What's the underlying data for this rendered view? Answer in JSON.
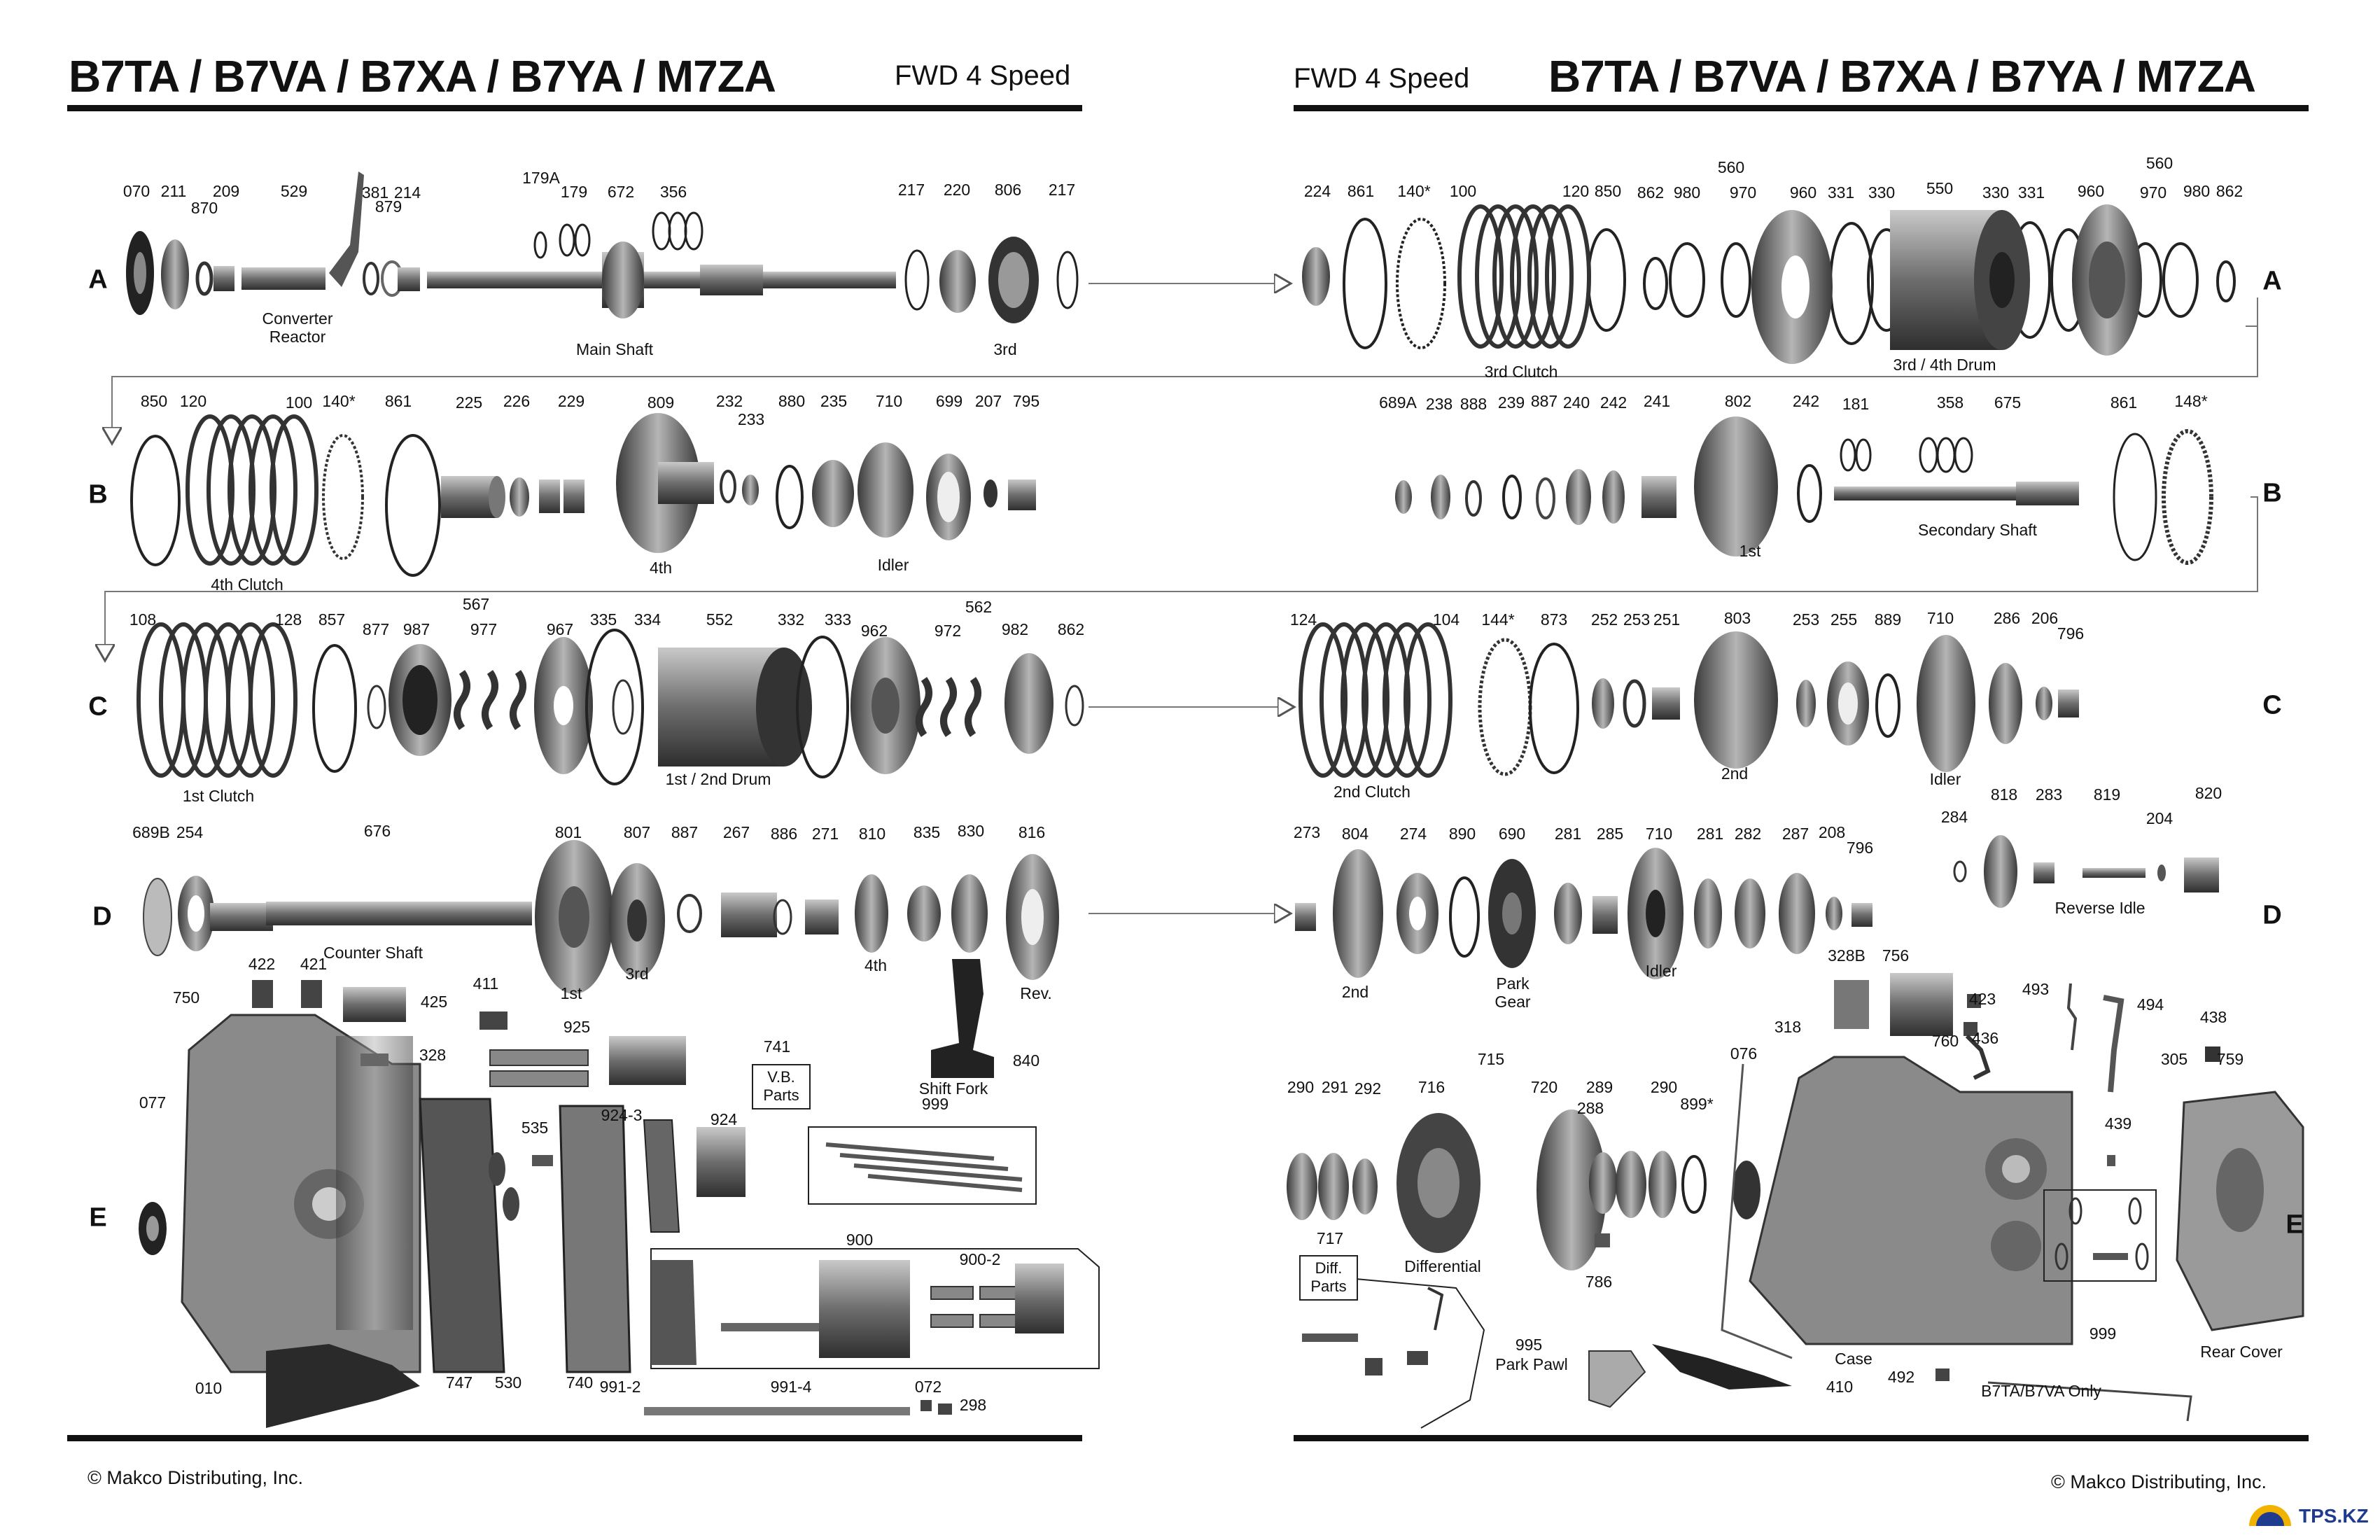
{
  "header": {
    "left_title": "B7TA / B7VA / B7XA / B7YA / M7ZA",
    "left_subtitle": "FWD 4 Speed",
    "right_subtitle": "FWD 4 Speed",
    "right_title": "B7TA / B7VA / B7XA / B7YA / M7ZA"
  },
  "rows": [
    "A",
    "B",
    "C",
    "D",
    "E"
  ],
  "left": {
    "rowA": {
      "parts": [
        "070",
        "211",
        "870",
        "209",
        "529",
        "381",
        "879",
        "214",
        "179A",
        "179",
        "672",
        "356",
        "217",
        "220",
        "806",
        "217"
      ],
      "captions": [
        "Converter\nReactor",
        "Main Shaft",
        "3rd"
      ]
    },
    "rowB": {
      "parts": [
        "850",
        "120",
        "100",
        "140*",
        "861",
        "225",
        "226",
        "229",
        "809",
        "232",
        "233",
        "880",
        "235",
        "710",
        "699",
        "207",
        "795"
      ],
      "captions": [
        "4th Clutch",
        "4th",
        "Idler"
      ]
    },
    "rowC": {
      "parts": [
        "108",
        "128",
        "857",
        "567",
        "877",
        "987",
        "977",
        "967",
        "335",
        "334",
        "552",
        "332",
        "333",
        "562",
        "962",
        "972",
        "982",
        "862"
      ],
      "captions": [
        "1st Clutch",
        "1st / 2nd Drum"
      ]
    },
    "rowD": {
      "parts": [
        "689B",
        "254",
        "676",
        "801",
        "807",
        "887",
        "267",
        "886",
        "271",
        "810",
        "835",
        "830",
        "816"
      ],
      "captions": [
        "Counter Shaft",
        "1st",
        "3rd",
        "4th",
        "Rev."
      ]
    },
    "rowE": {
      "parts": [
        "422",
        "421",
        "425",
        "750",
        "328",
        "411",
        "925",
        "741",
        "840",
        "077",
        "535",
        "924-3",
        "924",
        "747",
        "530",
        "740",
        "900",
        "900-2",
        "010",
        "991-2",
        "991-4",
        "072",
        "298",
        "999"
      ],
      "captions": [
        "Shift Fork",
        "V.B.\nParts"
      ]
    }
  },
  "right": {
    "rowA": {
      "parts": [
        "224",
        "861",
        "140*",
        "100",
        "120",
        "850",
        "862",
        "980",
        "970",
        "960",
        "560",
        "331",
        "330",
        "550",
        "330",
        "331",
        "960",
        "970",
        "980",
        "862",
        "560"
      ],
      "captions": [
        "3rd Clutch",
        "3rd / 4th Drum"
      ]
    },
    "rowB": {
      "parts": [
        "689A",
        "238",
        "888",
        "239",
        "887",
        "240",
        "242",
        "241",
        "802",
        "242",
        "181",
        "358",
        "675",
        "861",
        "148*"
      ],
      "captions": [
        "1st",
        "Secondary Shaft"
      ]
    },
    "rowC": {
      "parts": [
        "124",
        "104",
        "144*",
        "873",
        "252",
        "253",
        "251",
        "803",
        "253",
        "255",
        "889",
        "710",
        "286",
        "206",
        "796"
      ],
      "captions": [
        "2nd Clutch",
        "2nd",
        "Idler"
      ]
    },
    "rowD": {
      "parts": [
        "273",
        "804",
        "274",
        "890",
        "690",
        "281",
        "285",
        "710",
        "281",
        "282",
        "287",
        "208",
        "796",
        "818",
        "283",
        "819",
        "820",
        "284",
        "204"
      ],
      "captions": [
        "2nd",
        "Park\nGear",
        "Idler",
        "Reverse Idle"
      ]
    },
    "rowE": {
      "parts": [
        "328B",
        "756",
        "423",
        "436",
        "493",
        "494",
        "438",
        "318",
        "076",
        "760",
        "305",
        "759",
        "715",
        "290",
        "291",
        "292",
        "716",
        "720",
        "289",
        "288",
        "290",
        "899*",
        "439",
        "786",
        "717",
        "995",
        "410",
        "492",
        "999"
      ],
      "captions": [
        "Differential",
        "Case",
        "Rear Cover",
        "Diff.\nParts",
        "Park Pawl",
        "B7TA/B7VA Only"
      ]
    }
  },
  "footer": {
    "left_copyright": "© Makco Distributing, Inc.",
    "right_copyright": "© Makco Distributing, Inc.",
    "brand": "TPS.KZ"
  }
}
